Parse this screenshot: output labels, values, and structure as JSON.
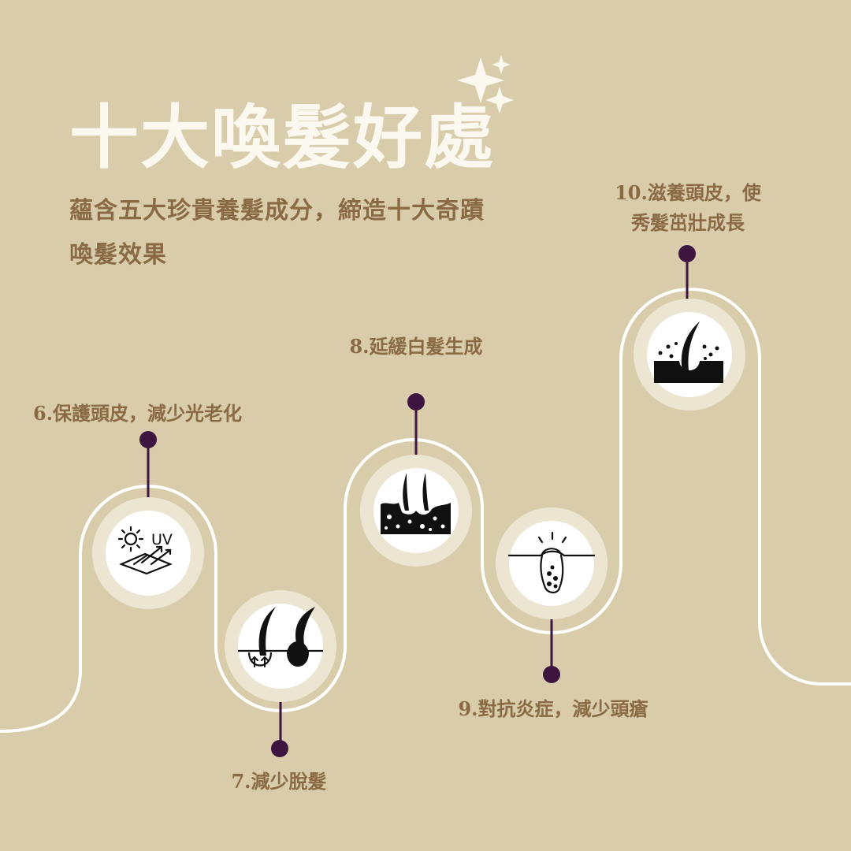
{
  "title": "十大喚髮好處",
  "subtitle": "蘊含五大珍貴養髮成分，締造十大奇蹟喚髮效果",
  "items": [
    {
      "num": "6",
      "label": "6.保護頭皮，減少光老化",
      "icon": "uv-protection-icon",
      "uv_text": "UV"
    },
    {
      "num": "7",
      "label": "7.減少脫髮",
      "icon": "hair-growth-follicle-icon"
    },
    {
      "num": "8",
      "label": "8.延緩白髮生成",
      "icon": "scalp-hair-strands-icon"
    },
    {
      "num": "9",
      "label": "9.對抗炎症，減少頭瘡",
      "icon": "inflamed-follicle-icon"
    },
    {
      "num": "10",
      "label_line1": "10.滋養頭皮，使",
      "label_line2": "秀髮茁壯成長",
      "icon": "nourished-scalp-icon"
    }
  ],
  "colors": {
    "background": "#d9ccaa",
    "title": "#fbf8f0",
    "text_brown": "#8a6a44",
    "dot_purple": "#3d1540",
    "ring_light": "#ece5d2",
    "icon_fill": "#ffffff",
    "icon_ink": "#111111",
    "path_line": "#ffffff"
  }
}
